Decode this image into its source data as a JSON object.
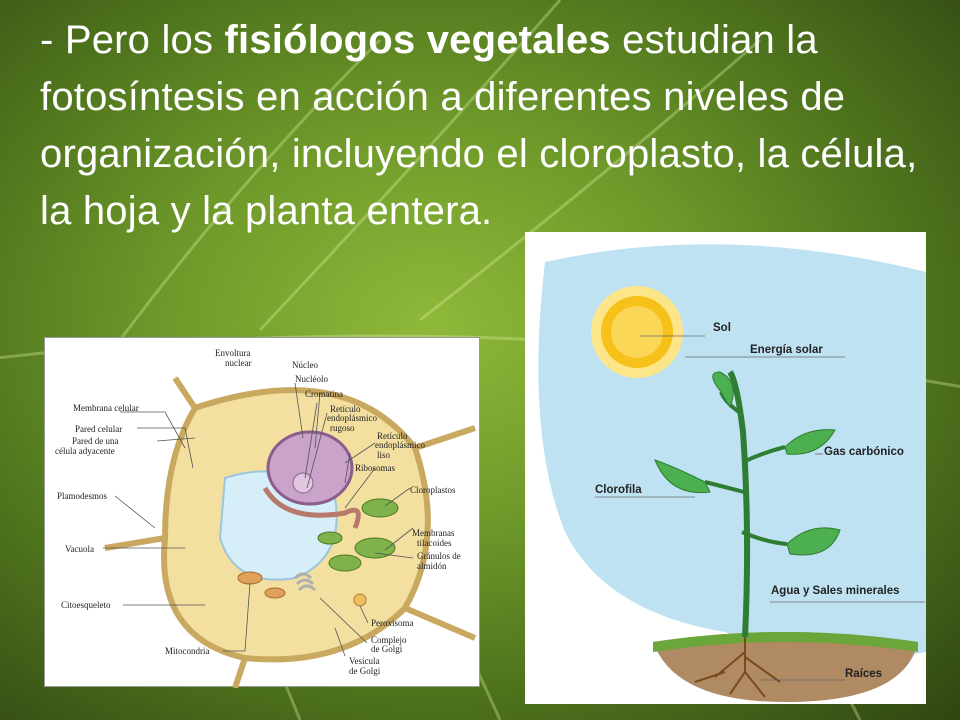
{
  "slide": {
    "text_parts": {
      "before": "- Pero los ",
      "bold": "fisiólogos vegetales",
      "after": " estudian la fotosíntesis en acción a diferentes niveles de organización, incluyendo el cloroplasto, la célula, la hoja y la planta entera."
    }
  },
  "cell_diagram": {
    "labels": {
      "envoltura": "Envoltura",
      "nuclear": "nuclear",
      "nucleo": "Núcleo",
      "nucleolo": "Nucléolo",
      "cromatina": "Cromatina",
      "ret_rugoso_1": "Retículo",
      "ret_rugoso_2": "endoplásmico",
      "ret_rugoso_3": "rugoso",
      "ret_liso_1": "Retículo",
      "ret_liso_2": "endoplásmico",
      "ret_liso_3": "liso",
      "ribosomas": "Ribosomas",
      "cloroplastos": "Cloroplastos",
      "membrana_celular": "Membrana celular",
      "pared_celular": "Pared celular",
      "pared_adyacente_1": "Pared de una",
      "pared_adyacente_2": "célula adyacente",
      "plasmodesmos": "Plamodesmos",
      "vacuola": "Vacuola",
      "membranas_tilacoides_1": "Membranas",
      "membranas_tilacoides_2": "tilacoides",
      "granulos_1": "Gránulos de",
      "granulos_2": "almidón",
      "citoesqueleto": "Citoesqueleto",
      "peroxisoma": "Peroxisoma",
      "complejo_golgi_1": "Complejo",
      "complejo_golgi_2": "de Golgi",
      "mitocondria": "Mitocondria",
      "vesicula_1": "Vesícula",
      "vesicula_2": "de Golgi"
    }
  },
  "plant_diagram": {
    "labels": {
      "sol": "Sol",
      "energia_solar": "Energía solar",
      "gas_carbonico": "Gas carbónico",
      "clorofila": "Clorofila",
      "agua_sales": "Agua y Sales minerales",
      "raices": "Raíces"
    }
  },
  "colors": {
    "slide_text": "#ffffff",
    "background_green": "#6f9a2a",
    "sky": "#bfe2f2",
    "sun": "#f6c21a"
  }
}
